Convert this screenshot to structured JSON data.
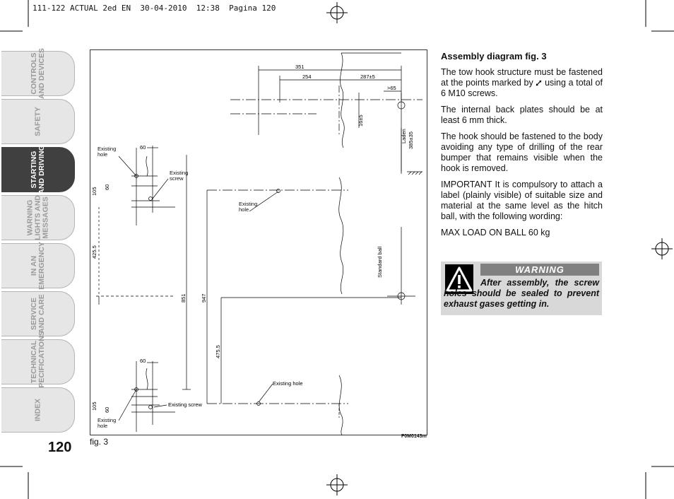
{
  "header": {
    "print_line": "111-122 ACTUAL 2ed EN  30-04-2010  12:38  Pagina 120"
  },
  "sidebar": {
    "tabs": [
      {
        "label": "CONTROLS\nAND DEVICES",
        "active": false
      },
      {
        "label": "SAFETY",
        "active": false
      },
      {
        "label": "STARTING\nAND DRIVING",
        "active": true
      },
      {
        "label": "WARNING\nLIGHTS AND\nMESSAGES",
        "active": false
      },
      {
        "label": "IN AN\nEMERGENCY",
        "active": false
      },
      {
        "label": "SERVICE\nAND CARE",
        "active": false
      },
      {
        "label": "TECHNICAL\nSPECIFICATIONS",
        "active": false
      },
      {
        "label": "INDEX",
        "active": false
      }
    ]
  },
  "page_number": "120",
  "figure": {
    "caption": "fig. 3",
    "code": "F0M0143m",
    "dimensions": {
      "d351": "351",
      "d254": "254",
      "d287": "287±5",
      "d65": ">65",
      "d16": "16±5",
      "d385": "385±35",
      "d60_top": "60",
      "d60_top_v": "60",
      "d105_top": "105",
      "d425": "425.5",
      "d851": "851",
      "d947": "947",
      "d475": "475.5",
      "d60_bot": "60",
      "d60_bot_v": "60",
      "d105_bot": "105"
    },
    "labels": {
      "laden": "Laden",
      "existing_hole_top_left": "Existing\nhole",
      "existing_screw_top": "Existing\nscrew",
      "existing_hole_mid": "Existing\nhole",
      "standard_ball": "Standard ball",
      "existing_hole_bottom": "Existing hole",
      "existing_screw_bottom": "Existing screw",
      "existing_hole_bottom_left": "Existing\nhole"
    }
  },
  "content": {
    "title": "Assembly diagram fig. 3",
    "p1_before": "The tow hook structure must be fastened at the points marked by",
    "p1_after": "using a total of 6 M10 screws.",
    "p2": "The internal back plates should be at least 6 mm thick.",
    "p3": "The hook should be fastened to the body avoiding any type of drilling of the rear bumper that remains visible when the hook is removed.",
    "p4": "IMPORTANT It is compulsory to attach a label (plainly visible) of suitable size and material at the same level as the hitch ball, with the following wording:",
    "p5": "MAX LOAD ON BALL 60 kg"
  },
  "warning": {
    "title": "WARNING",
    "text": "After assembly, the screw holes should be sealed to prevent exhaust gases getting in."
  }
}
